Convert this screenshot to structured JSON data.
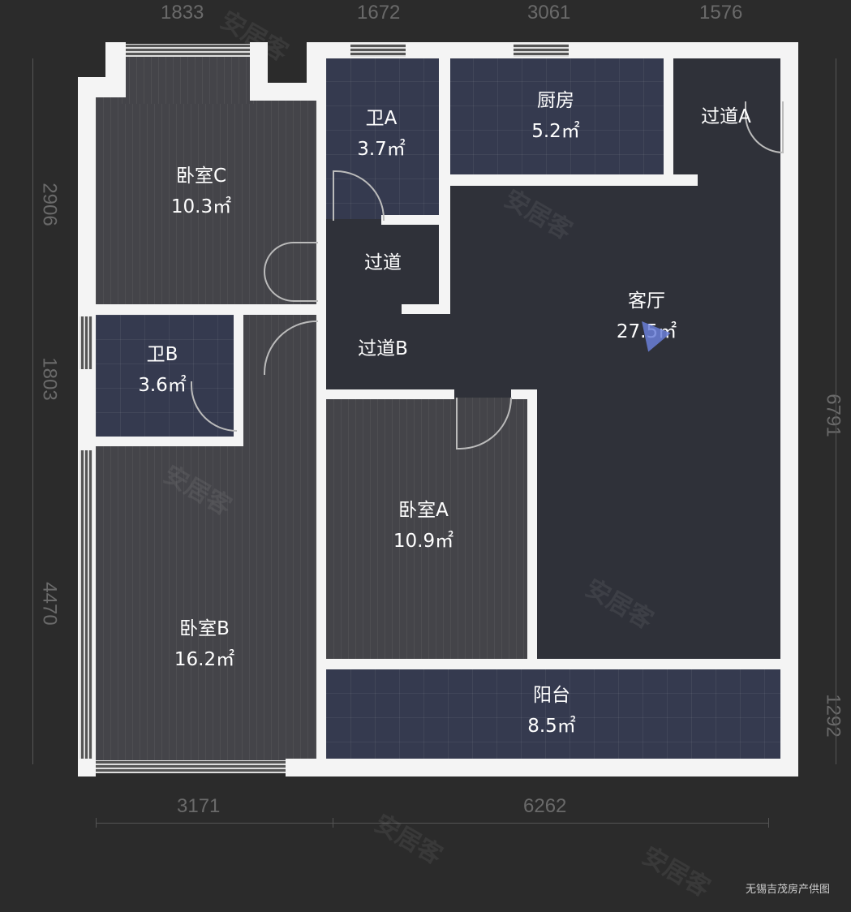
{
  "dimensions": {
    "top": [
      "1833",
      "1672",
      "3061",
      "1576"
    ],
    "left": [
      "2906",
      "1803",
      "4470"
    ],
    "right": [
      "6791",
      "1292"
    ],
    "bottom": [
      "3171",
      "6262"
    ]
  },
  "rooms": {
    "bedroom_c": {
      "name": "卧室C",
      "area": "10.3㎡"
    },
    "bath_a": {
      "name": "卫A",
      "area": "3.7㎡"
    },
    "kitchen": {
      "name": "厨房",
      "area": "5.2㎡"
    },
    "hall_a": {
      "name": "过道A"
    },
    "hall": {
      "name": "过道"
    },
    "hall_b": {
      "name": "过道B"
    },
    "living": {
      "name": "客厅",
      "area": "27.5㎡"
    },
    "bath_b": {
      "name": "卫B",
      "area": "3.6㎡"
    },
    "bedroom_a": {
      "name": "卧室A",
      "area": "10.9㎡"
    },
    "bedroom_b": {
      "name": "卧室B",
      "area": "16.2㎡"
    },
    "balcony": {
      "name": "阳台",
      "area": "8.5㎡"
    }
  },
  "watermark": "安居客",
  "credit": "无锡吉茂房产供图",
  "colors": {
    "background": "#2b2b2b",
    "wall": "#f4f4f4",
    "bedroom": "#444449",
    "wet_room": "#353a4f",
    "living": "#2f3139"
  }
}
